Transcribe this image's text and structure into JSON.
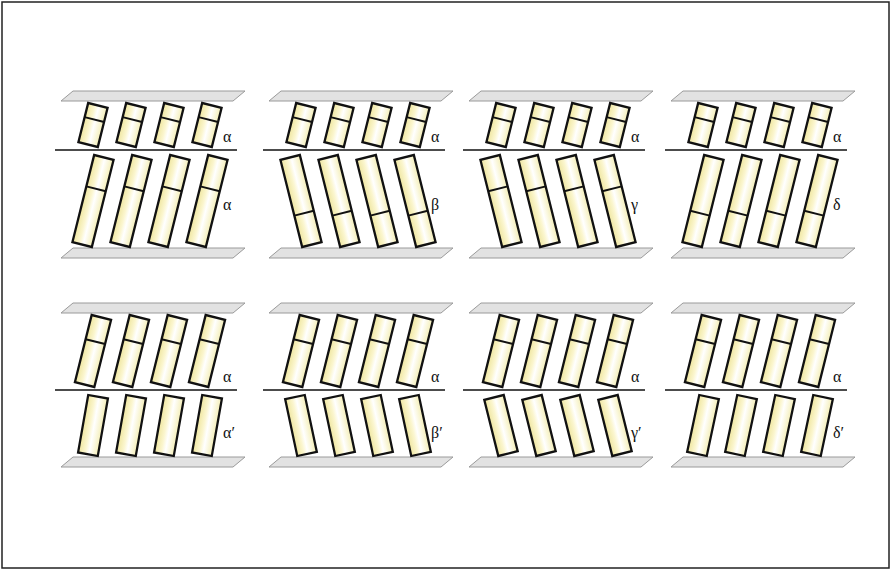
{
  "diagram": {
    "labels": [
      "α",
      "α",
      "α",
      "α",
      "α",
      "β",
      "γ",
      "δ",
      "α",
      "α",
      "α",
      "α",
      "α′",
      "β′",
      "γ′",
      "δ′"
    ]
  }
}
